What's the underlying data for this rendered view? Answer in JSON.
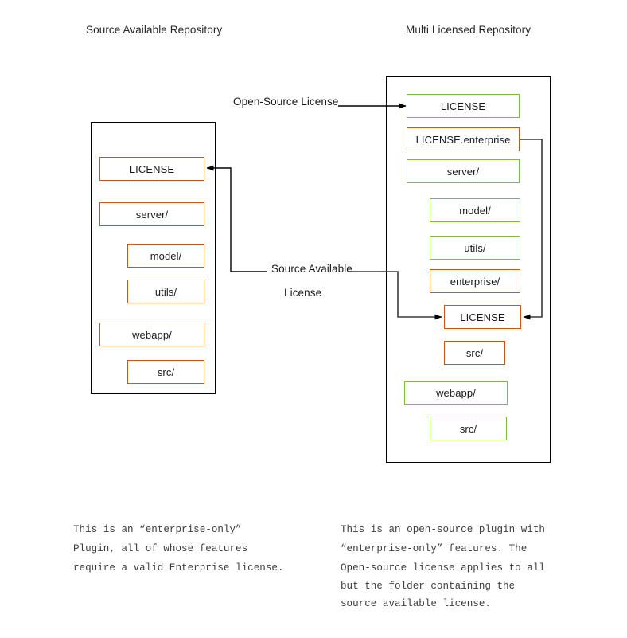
{
  "diagram": {
    "type": "repository-license-comparison",
    "colors": {
      "open_source_border": "#7fba3d",
      "source_available_border": "#c55a11",
      "container_border": "#000000",
      "arrow": "#000000",
      "text": "#1a1a1a"
    },
    "titles": {
      "left": "Source Available Repository",
      "right": "Multi Licensed Repository"
    },
    "edge_labels": {
      "open_source": "Open-Source License",
      "source_available_line1": "Source Available",
      "source_available_line2": "License"
    },
    "left_repo": {
      "nodes": [
        {
          "label": "LICENSE",
          "color": "orange",
          "indent": 0
        },
        {
          "label": "server/",
          "color": "orange",
          "indent": 0
        },
        {
          "label": "model/",
          "color": "orange",
          "indent": 1
        },
        {
          "label": "utils/",
          "color": "orange",
          "indent": 1
        },
        {
          "label": "webapp/",
          "color": "orange",
          "indent": 0
        },
        {
          "label": "src/",
          "color": "orange",
          "indent": 1
        }
      ]
    },
    "right_repo": {
      "nodes": [
        {
          "label": "LICENSE",
          "color": "green",
          "indent": 0
        },
        {
          "label": "LICENSE.enterprise",
          "color": "orange",
          "indent": 0
        },
        {
          "label": "server/",
          "color": "green",
          "indent": 0
        },
        {
          "label": "model/",
          "color": "green",
          "indent": 1
        },
        {
          "label": "utils/",
          "color": "green",
          "indent": 1
        },
        {
          "label": "enterprise/",
          "color": "orange",
          "indent": 1
        },
        {
          "label": "LICENSE",
          "color": "orange",
          "indent": 2
        },
        {
          "label": "src/",
          "color": "orange",
          "indent": 2
        },
        {
          "label": "webapp/",
          "color": "green",
          "indent": 0
        },
        {
          "label": "src/",
          "color": "green",
          "indent": 1
        }
      ]
    },
    "captions": {
      "left": "This is an “enterprise-only”\nPlugin, all of whose features\nrequire a valid Enterprise license.",
      "right_part1": "This is an open-source plugin with\n“enterprise-only” features. The\nOpen-source license applies to all\n",
      "right_part2": "but the folder containing the\nsource available license."
    }
  }
}
